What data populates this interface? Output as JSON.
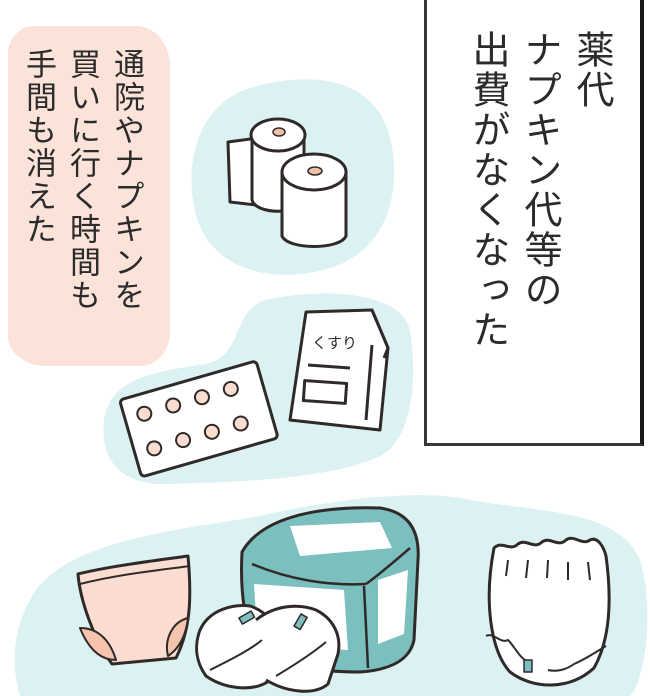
{
  "panel": {
    "main_caption": {
      "lines": [
        "薬代",
        "ナプキン代等の",
        "出費がなくなった"
      ]
    },
    "sub_caption": {
      "lines": [
        "通院やナプキンを",
        "買いに行く時間も",
        "手間も消えた"
      ]
    },
    "items": [
      {
        "name": "toilet-paper-rolls"
      },
      {
        "name": "medicine-blister-pack"
      },
      {
        "name": "medicine-bag",
        "label": "くすり"
      },
      {
        "name": "sanitary-shorts"
      },
      {
        "name": "diaper-pack"
      },
      {
        "name": "folded-diapers"
      },
      {
        "name": "pull-up-diaper"
      }
    ],
    "colors": {
      "blob": "#dcf1f2",
      "bubble": "#fbe3da",
      "line": "#2f2a28",
      "teal": "#7bbfbf",
      "peach": "#fbdcd0",
      "peach_dark": "#f5c3ae",
      "text": "#2b2b2b"
    }
  }
}
